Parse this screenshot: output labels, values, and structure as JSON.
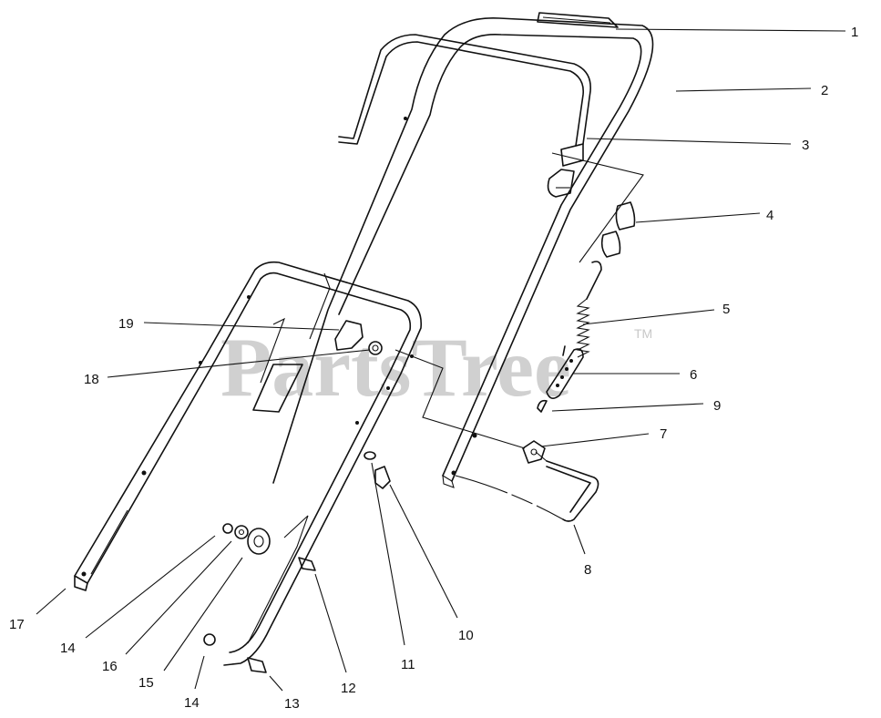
{
  "watermark": {
    "brand": "PartsTree",
    "trademark": "TM"
  },
  "callouts": [
    {
      "id": "c1",
      "label": "1"
    },
    {
      "id": "c2",
      "label": "2"
    },
    {
      "id": "c3",
      "label": "3"
    },
    {
      "id": "c4",
      "label": "4"
    },
    {
      "id": "c5",
      "label": "5"
    },
    {
      "id": "c6",
      "label": "6"
    },
    {
      "id": "c9",
      "label": "9"
    },
    {
      "id": "c7",
      "label": "7"
    },
    {
      "id": "c8",
      "label": "8"
    },
    {
      "id": "c19",
      "label": "19"
    },
    {
      "id": "c18",
      "label": "18"
    },
    {
      "id": "c17",
      "label": "17"
    },
    {
      "id": "c14a",
      "label": "14"
    },
    {
      "id": "c16",
      "label": "16"
    },
    {
      "id": "c15",
      "label": "15"
    },
    {
      "id": "c14b",
      "label": "14"
    },
    {
      "id": "c13",
      "label": "13"
    },
    {
      "id": "c12",
      "label": "12"
    },
    {
      "id": "c11",
      "label": "11"
    },
    {
      "id": "c10",
      "label": "10"
    }
  ]
}
